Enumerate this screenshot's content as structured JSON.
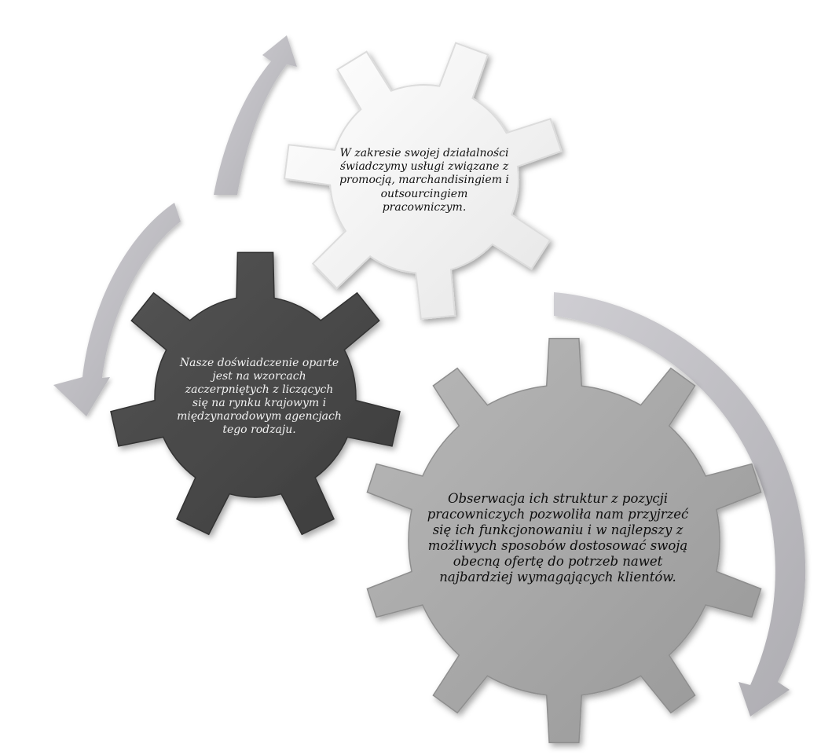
{
  "colors": {
    "arrow": "#bdbcc1",
    "gear_white": "#ffffff",
    "gear_dark": "#4a4a4a",
    "gear_gray": "#a9a9a9"
  },
  "gears": {
    "top": {
      "text": "W zakresie swojej działalności świadczymy usługi związane z promocją, marchandisingiem i outsourcingiem pracowniczym."
    },
    "left": {
      "text": "Nasze doświadczenie oparte jest na wzorcach zaczerpniętych z liczących się na rynku krajowym i międzynarodowym agencjach tego rodzaju."
    },
    "big": {
      "text": "Obserwacja ich struktur z pozycji pracowniczych pozwoliła nam przyjrzeć się ich funkcjonowaniu i w najlepszy z możliwych sposobów dostosować swoją obecną ofertę do potrzeb nawet najbardziej wymagających klientów."
    }
  }
}
